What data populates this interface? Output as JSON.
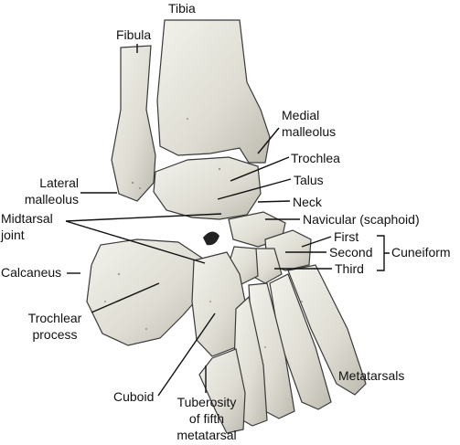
{
  "labels": {
    "tibia": "Tibia",
    "fibula": "Fibula",
    "medial_malleolus": [
      "Medial",
      "malleolus"
    ],
    "trochlea": "Trochlea",
    "talus": "Talus",
    "lateral_malleolus": [
      "Lateral",
      "malleolus"
    ],
    "neck": "Neck",
    "midtarsal_joint": [
      "Midtarsal",
      "joint"
    ],
    "navicular": "Navicular (scaphoid)",
    "first": "First",
    "second": "Second",
    "third": "Third",
    "cuneiform": "Cuneiform",
    "calcaneus": "Calcaneus",
    "trochlear_process": [
      "Trochlear",
      "process"
    ],
    "metatarsals": "Metatarsals",
    "cuboid": "Cuboid",
    "tuberosity": [
      "Tuberosity",
      "of fifth",
      "metatarsal"
    ]
  },
  "colors": {
    "bone": "#e4e4dc",
    "bone_shadow": "#b4b4aa",
    "outline": "#3a3a3a",
    "leader": "#111111"
  }
}
